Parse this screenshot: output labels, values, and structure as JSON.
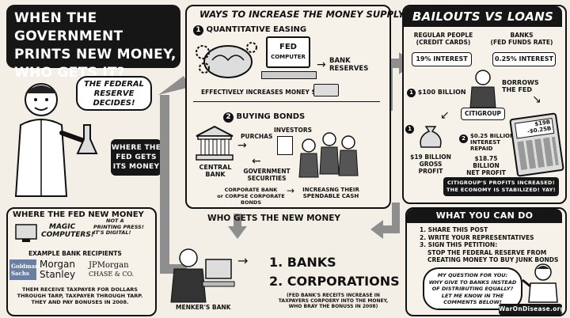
{
  "main_title": {
    "line1": "WHEN THE GOVERNMENT",
    "line2": "PRINTS NEW MONEY,",
    "line3": "WHO GETS IT?"
  },
  "speech_fed": {
    "line1": "THE FEDERAL",
    "line2": "RESERVE",
    "line3": "DECIDES!"
  },
  "where_fed": {
    "line1": "WHERE THE",
    "line2": "FED GETS",
    "line3": "ITS MONEY"
  },
  "ways": {
    "title": "WAYS TO INCREASE THE MONEY SUPPLY",
    "qe_num": "1",
    "qe_label": "QUANTITATIVE EASING",
    "fed_computer_1": "FED",
    "fed_computer_2": "COMPUTER",
    "bank_reserves_1": "BANK",
    "bank_reserves_2": "RESERVES",
    "qe_effect": "EFFECTIVELY INCREASES MONEY SUPPLY",
    "bonds_num": "2",
    "bonds_label": "BUYING BONDS",
    "investors": "INVESTORS",
    "purchas": "PURCHAS",
    "central_bank_1": "CENTRAL",
    "central_bank_2": "BANK",
    "gov_sec_1": "GOVERNMENT",
    "gov_sec_2": "SECURITIES",
    "corp_bonds_1": "CORPORATE BANK",
    "corp_bonds_2": "or CORPSE CORPORATE BONDS",
    "spendable_1": "INCREASNG THEIR",
    "spendable_2": "SPENDABLE CASH"
  },
  "bailouts": {
    "title": "BAILOUTS VS LOANS",
    "regular_1": "REGULAR PEOPLE",
    "regular_2": "(CREDIT CARDS)",
    "banks_1": "BANKS",
    "banks_2": "(FED FUNDS RATE)",
    "rate_regular": "19% INTEREST",
    "rate_banks": "0.25% INTEREST",
    "borrows_1": "BORROWS",
    "borrows_2": "THE FED",
    "billion_100": "$100 BILLION",
    "citigroup": "CITIGROUP",
    "n1": "1",
    "n2": "2",
    "calc_1": "$19B",
    "calc_2": "-$0.25B",
    "gross_1": "$19 BILLION",
    "gross_2": "GROSS PROFIT",
    "repaid_1": "$0.25 BILLION",
    "repaid_2": "INTEREST",
    "repaid_3": "REPAID",
    "net_1": "$18.75 BILLION",
    "net_2": "NET PROFIT",
    "profits_1": "CITIGROUP'S PROFITS INCREASED!",
    "profits_2": "THE ECONOMY IS STABILIZED! YAY!"
  },
  "where_new": {
    "title": "WHERE THE FED NEW MONEY",
    "magic_1": "MAGIC",
    "magic_2": "COMPUTERS!",
    "not_printing_1": "NOT A",
    "not_printing_2": "PRINTING PRESS!",
    "not_printing_3": "IT'S DIGITAL!",
    "example": "EXAMPLE BANK RECIPIENTS",
    "gs_1": "Goldman",
    "gs_2": "Sachs",
    "ms_1": "Morgan",
    "ms_2": "Stanley",
    "jpm_1": "JPMorgan",
    "jpm_2": "CHASE & CO.",
    "tarp_1": "THEM RECEIVE TAXPAYER FOR DOLLARS",
    "tarp_2": "THROUGH TARP, TAXPAYER THROUGH TARP.",
    "tarp_3": "THEY AND PAY BONUSES IN 2008."
  },
  "who_gets": {
    "title": "WHO GETS THE NEW MONEY",
    "banks": "1. BANKS",
    "corps": "2. CORPORATIONS",
    "menker": "MENKER'S BANK",
    "receipts_1": "(FED BANK'S RECEITS INCREASE IN",
    "receipts_2": "TAXPAYERS CORPOERY INTO THE MONEY,",
    "receipts_3": "WHO BRAY THE BONUSS IN 2008)"
  },
  "what_you": {
    "title": "WHAT YOU CAN DO",
    "step1": "1. SHARE THIS POST",
    "step2": "2. WRITE YOUR REPRESENTATIVES",
    "step3_1": "3. SIGN THIS PETITION:",
    "step3_2": "STOP THE FEDERAL RESERVE FROM",
    "step3_3": "CREATING MONEY TO BUY JUNK BONDS",
    "q1": "MY QUESTION FOR YOU:",
    "q2": "WHY GIVE TO BANKS INSTEAD",
    "q3": "OF DISTRIBUTING EQUALLY?",
    "q4": "LET ME KNOW IN THE",
    "q5": "COMMENTS BELOW!"
  },
  "watermark": "WarOnDisease.org",
  "colors": {
    "ink": "#111111",
    "paper": "#f3efe6",
    "dark": "#161616",
    "gray_arrow": "#8e8e8e"
  }
}
